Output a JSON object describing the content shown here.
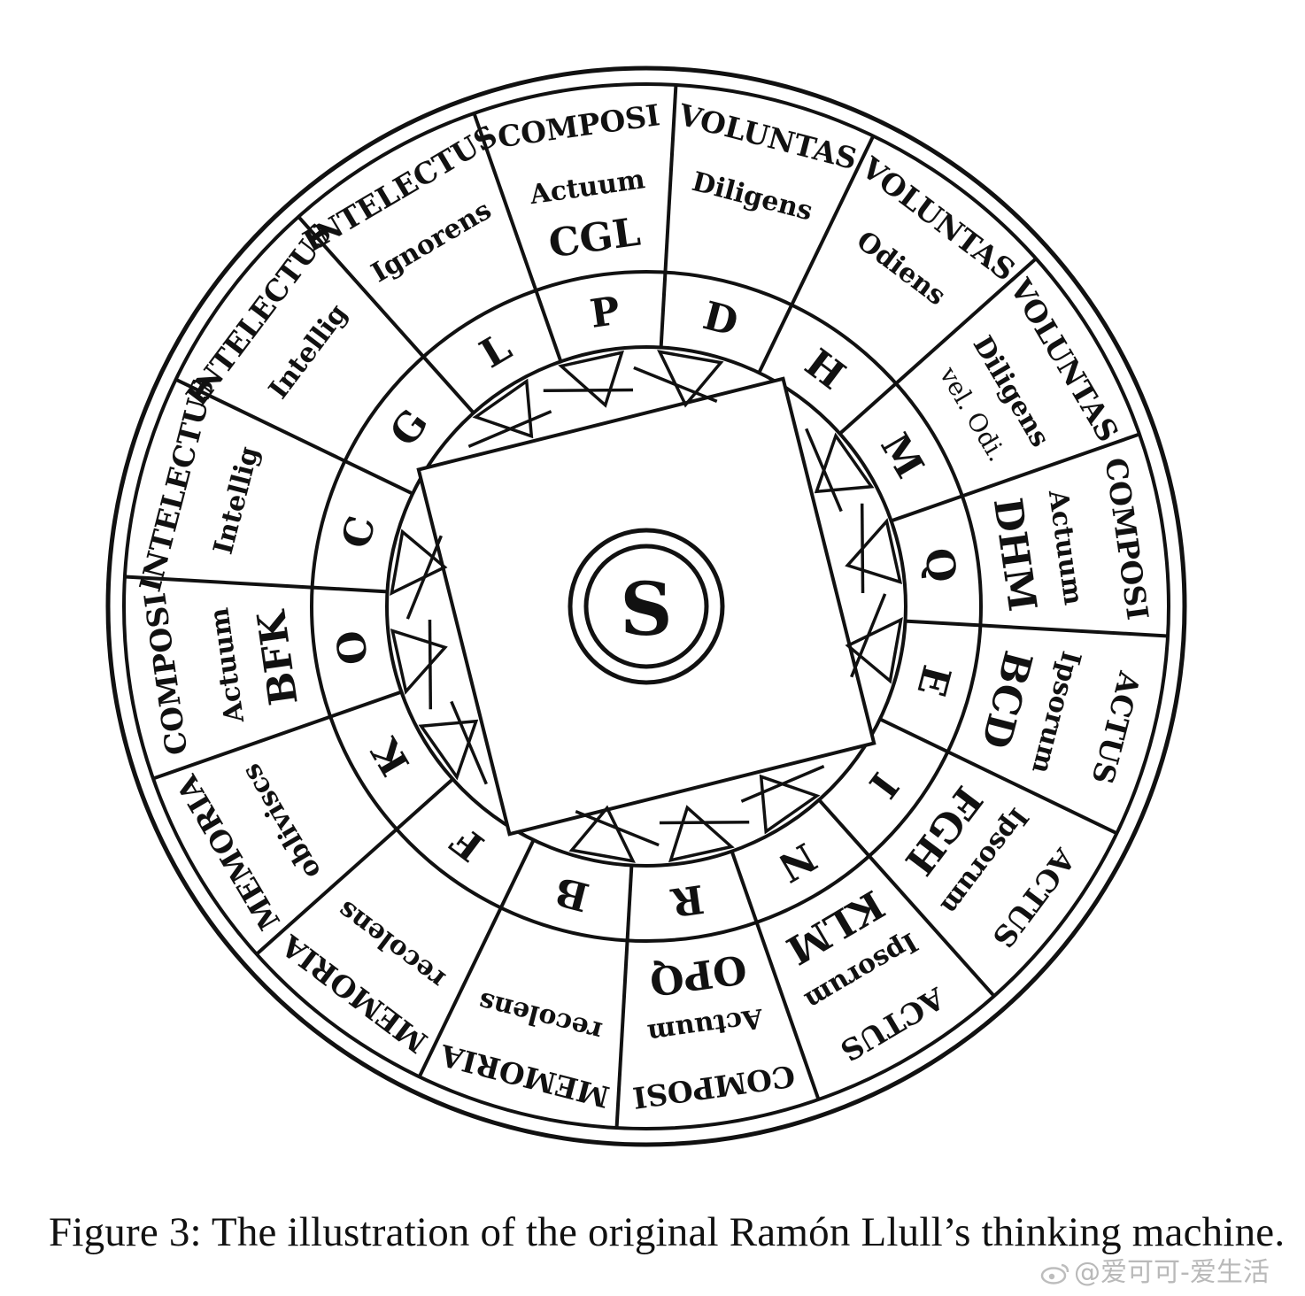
{
  "outer_sectors": [
    {
      "title": "COMPOSI",
      "line1": "Actuum",
      "line2": "CGL"
    },
    {
      "title": "VOLUNTAS",
      "line1": "Diligens",
      "line2": ""
    },
    {
      "title": "VOLUNTAS",
      "line1": "Odiens",
      "line2": ""
    },
    {
      "title": "VOLUNTAS",
      "line1": "Diligens",
      "line2": "vel. Odi."
    },
    {
      "title": "COMPOSI",
      "line1": "Actuum",
      "line2": "DHM"
    },
    {
      "title": "ACTUS",
      "line1": "Ipsorum",
      "line2": "BCD"
    },
    {
      "title": "ACTUS",
      "line1": "Ipsorum",
      "line2": "FGH"
    },
    {
      "title": "ACTUS",
      "line1": "Ipsorum",
      "line2": "KLM"
    },
    {
      "title": "COMPOSI",
      "line1": "Actuum",
      "line2": "OPQ"
    },
    {
      "title": "MEMORIA",
      "line1": "recolens",
      "line2": ""
    },
    {
      "title": "MEMORIA",
      "line1": "recolens",
      "line2": ""
    },
    {
      "title": "MEMORIA",
      "line1": "obliviscs",
      "line2": ""
    },
    {
      "title": "COMPOSI",
      "line1": "Actuum",
      "line2": "BFK"
    },
    {
      "title": "INTELECTUS",
      "line1": "Intellig",
      "line2": ""
    },
    {
      "title": "INTELECTUS",
      "line1": "Intellig",
      "line2": ""
    },
    {
      "title": "INTELECTUS",
      "line1": "Ignorens",
      "line2": ""
    }
  ],
  "ring_letters": [
    "P",
    "D",
    "H",
    "M",
    "Q",
    "E",
    "I",
    "N",
    "R",
    "B",
    "F",
    "K",
    "O",
    "C",
    "G",
    "L"
  ],
  "center_letter": "S",
  "caption": "Figure 3: The illustration of the original Ramón Llull’s thinking machine.",
  "watermark": "@爱可可-爱生活"
}
